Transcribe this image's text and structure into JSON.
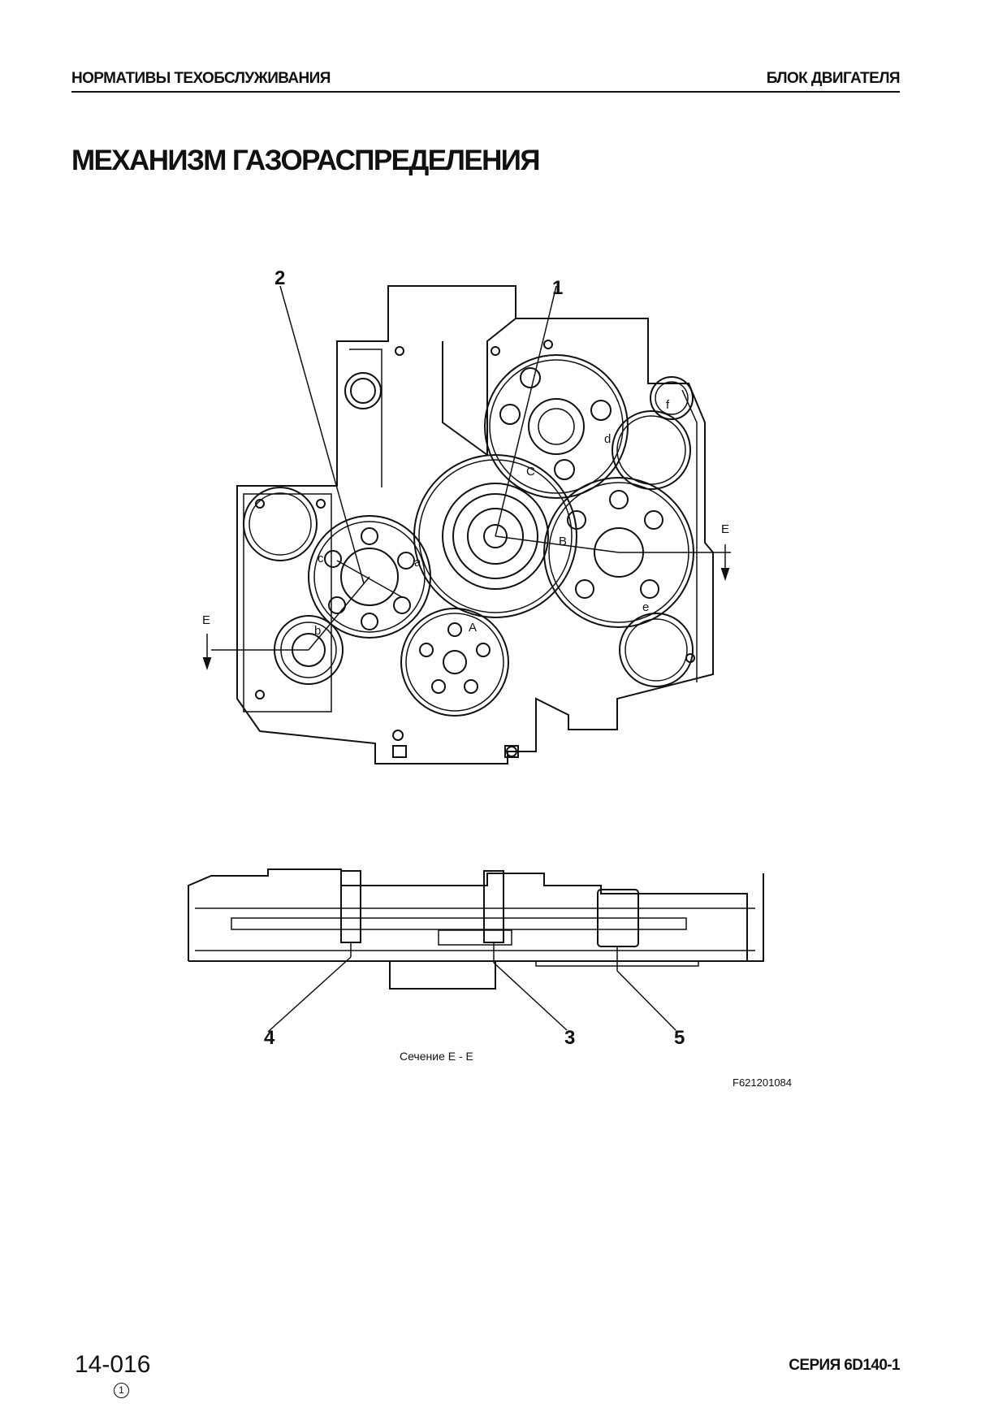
{
  "header": {
    "left": "НОРМАТИВЫ ТЕХОБСЛУЖИВАНИЯ",
    "right": "БЛОК ДВИГАТЕЛЯ"
  },
  "page_title": "МЕХАНИЗМ ГАЗОРАСПРЕДЕЛЕНИЯ",
  "figure": {
    "callouts": [
      "1",
      "2",
      "3",
      "4",
      "5"
    ],
    "gear_marks": [
      "A",
      "B",
      "C",
      "a",
      "b",
      "c",
      "d",
      "e",
      "f"
    ],
    "section_marker": "E",
    "section_caption": "Сечение Е - Е",
    "figure_code": "F621201084"
  },
  "footer": {
    "page_number": "14-016",
    "revision": "1",
    "series": "СЕРИЯ 6D140-1"
  }
}
